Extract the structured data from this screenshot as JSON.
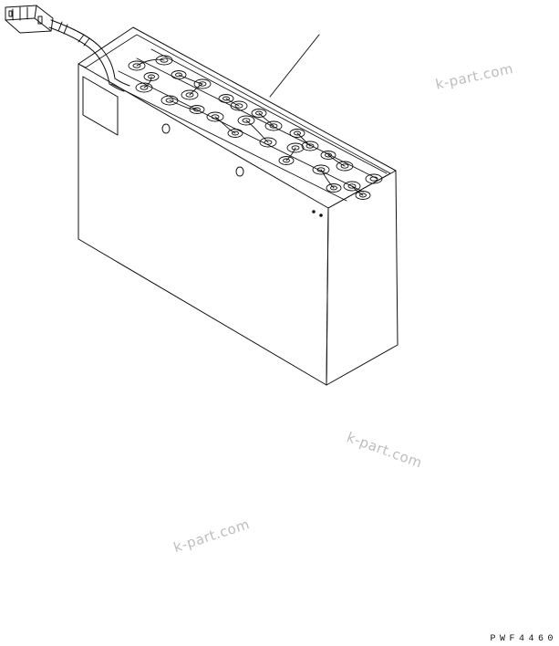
{
  "watermark_text": "k-part.com",
  "drawing_code": "PWF4460",
  "line_color": "#111111",
  "watermark_color": "#bdbdbd",
  "parts": {
    "battery_case": "battery-case",
    "cell_tops": "cell-tops",
    "connector_plug": "connector-plug",
    "leader_line": "leader-line"
  }
}
